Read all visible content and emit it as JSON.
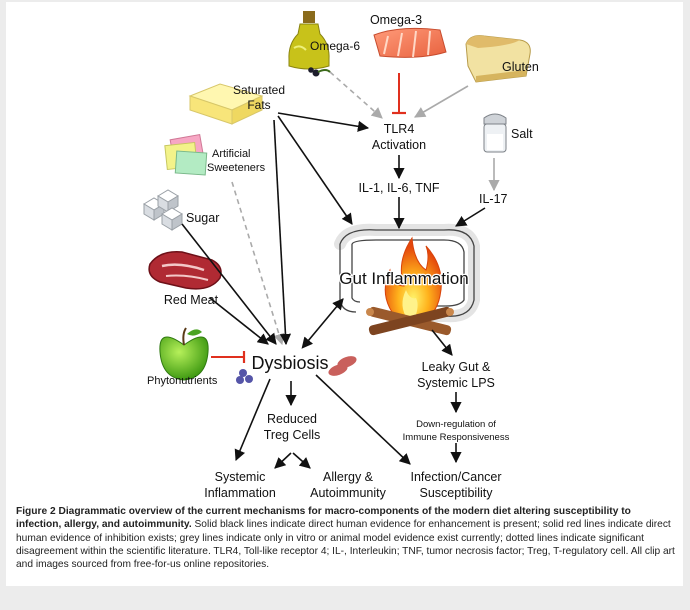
{
  "labels": {
    "omega3": "Omega-3",
    "omega6": "Omega-6",
    "gluten": "Gluten",
    "saturated_fats": [
      "Saturated",
      "Fats"
    ],
    "tlr4": [
      "TLR4",
      "Activation"
    ],
    "salt": "Salt",
    "artificial_sweeteners": [
      "Artificial",
      "Sweeteners"
    ],
    "il_cytokines": "IL-1, IL-6, TNF",
    "il17": "IL-17",
    "sugar": "Sugar",
    "gut_inflammation": "Gut Inflammation",
    "red_meat": "Red Meat",
    "phytonutrients": "Phytonutrients",
    "dysbiosis": "Dysbiosis",
    "leaky_gut": [
      "Leaky Gut &",
      "Systemic LPS"
    ],
    "reduced_treg": [
      "Reduced",
      "Treg Cells"
    ],
    "down_regulation": [
      "Down-regulation of",
      "Immune Responsiveness"
    ],
    "systemic_inflammation": [
      "Systemic",
      "Inflammation"
    ],
    "allergy": [
      "Allergy &",
      "Autoimmunity"
    ],
    "infection_cancer": [
      "Infection/Cancer",
      "Susceptibility"
    ]
  },
  "caption": {
    "figure_label": "Figure 2",
    "bold_text": "Diagrammatic overview of the current mechanisms for macro-components of the modern diet altering susceptibility to infection, allergy, and autoimmunity.",
    "body_text": "Solid black lines indicate direct human evidence for enhancement is present; solid red lines indicate direct human evidence of inhibition exists; grey lines indicate only in vitro or animal model evidence exist currently; dotted lines indicate significant disagreement within the scientific literature. TLR4, Toll-like receptor 4; IL-, Interleukin; TNF, tumor necrosis factor; Treg, T-regulatory cell. All clip art and images sourced from free-for-us online repositories."
  },
  "colors": {
    "enhancement_line": "#111111",
    "inhibition_line": "#e0301e",
    "in_vitro_line": "#aaaaaa",
    "page_background": "#ececec"
  }
}
